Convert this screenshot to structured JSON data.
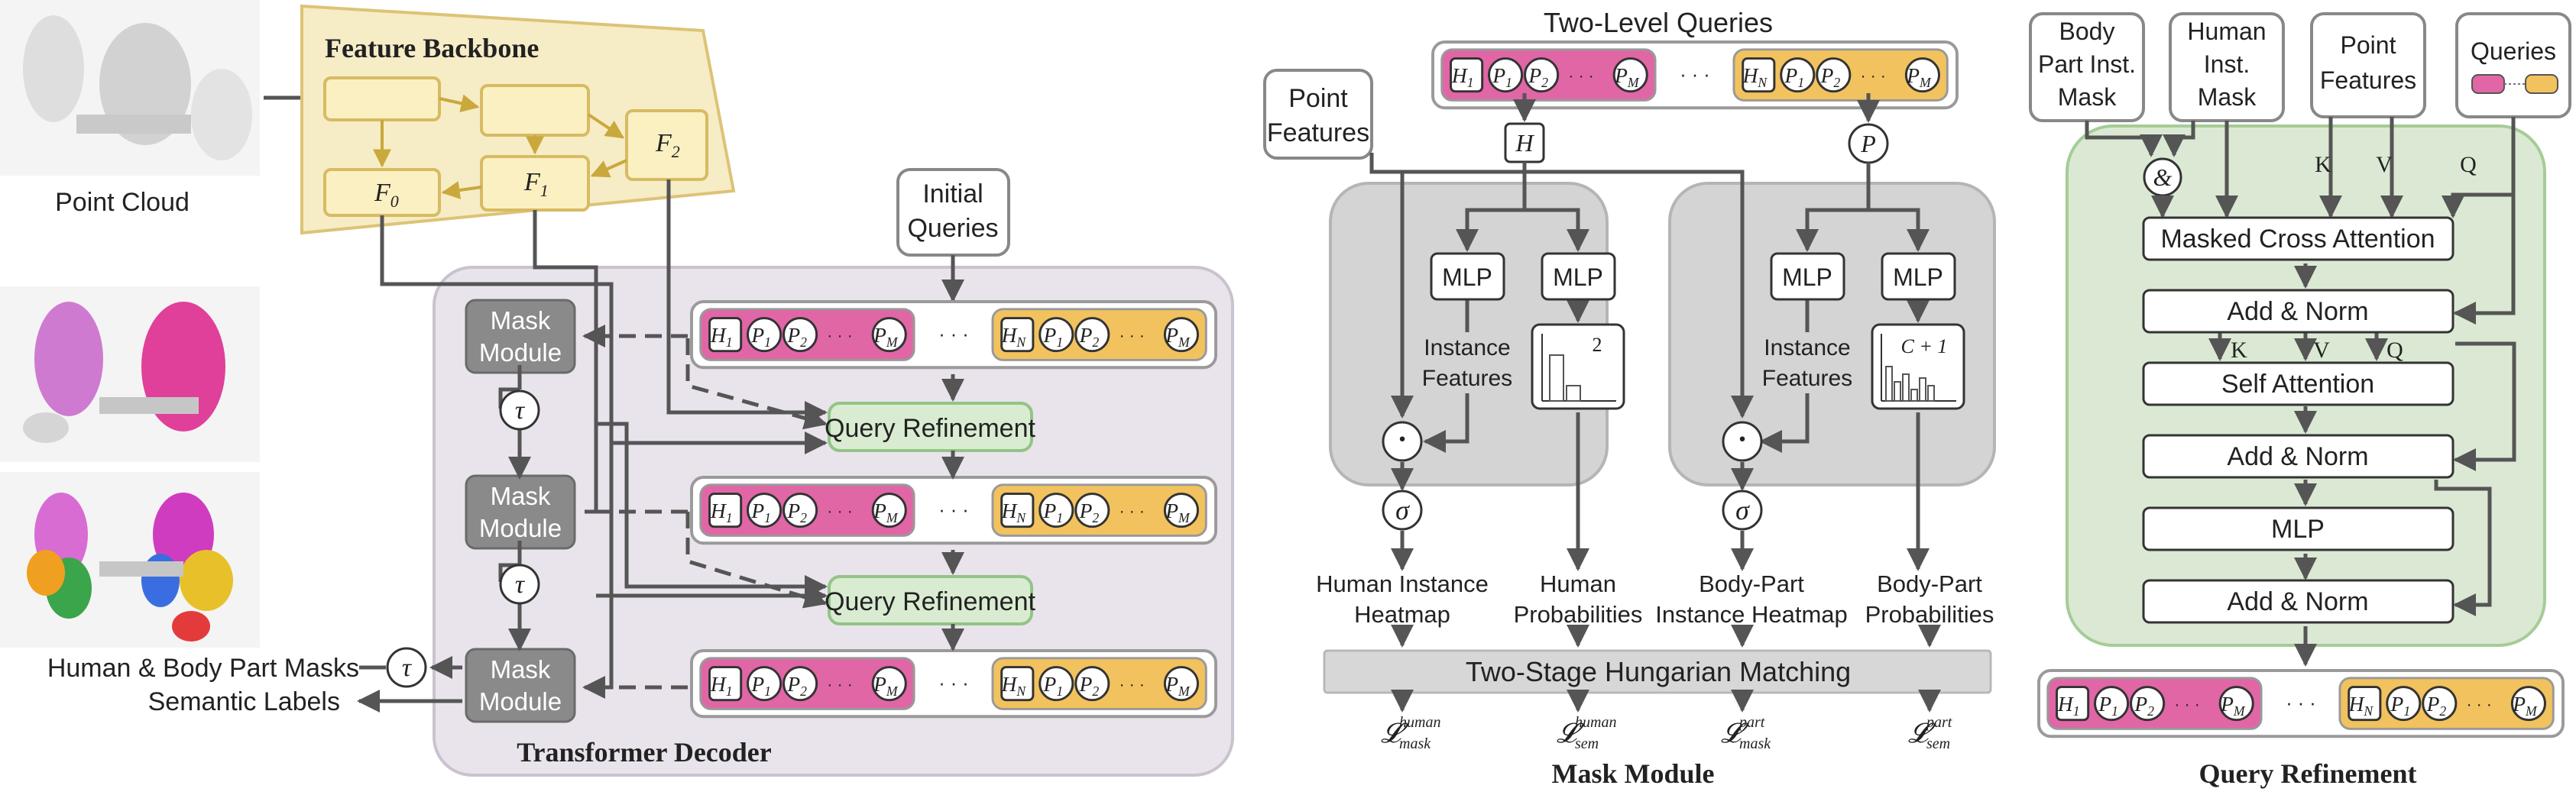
{
  "pipeline": {
    "point_cloud": "Point Cloud",
    "feature_backbone": "Feature Backbone",
    "f0": "F",
    "f0_sub": "0",
    "f1": "F",
    "f1_sub": "1",
    "f2": "F",
    "f2_sub": "2",
    "initial_queries": [
      "Initial",
      "Queries"
    ],
    "mask_module_box": [
      "Mask",
      "Module"
    ],
    "tau": "τ",
    "query_refinement": "Query Refinement",
    "transformer_decoder": "Transformer Decoder",
    "output_masks": "Human & Body Part Masks",
    "output_labels": "Semantic Labels"
  },
  "queries": {
    "human": "H",
    "first_human_sub": "1",
    "last_human_sub": "N",
    "part": "P",
    "part_subs": [
      "1",
      "2"
    ],
    "last_part_sub": "M",
    "ellipsis": "· · ·"
  },
  "mask_module": {
    "title": "Two-Level Queries",
    "point_features": [
      "Point",
      "Features"
    ],
    "h_node": "H",
    "p_node": "P",
    "mlp": "MLP",
    "instance_features": [
      "Instance",
      "Features"
    ],
    "dot": "·",
    "sigma": "σ",
    "hist_label_left": "2",
    "hist_label_right": "C + 1",
    "outputs": [
      [
        "Human Instance",
        "Heatmap"
      ],
      [
        "Human",
        "Probabilities"
      ],
      [
        "Body-Part",
        "Instance Heatmap"
      ],
      [
        "Body-Part",
        "Probabilities"
      ]
    ],
    "matching": "Two-Stage Hungarian Matching",
    "losses": [
      {
        "base": "𝓛",
        "sup": "human",
        "sub": "mask"
      },
      {
        "base": "𝓛",
        "sup": "human",
        "sub": "sem"
      },
      {
        "base": "𝓛",
        "sup": "part",
        "sub": "mask"
      },
      {
        "base": "𝓛",
        "sup": "part",
        "sub": "sem"
      }
    ],
    "caption": "Mask Module"
  },
  "query_refinement": {
    "inputs": [
      [
        "Body",
        "Part Inst.",
        "Mask"
      ],
      [
        "Human",
        "Inst.",
        "Mask"
      ],
      [
        "Point",
        "Features"
      ],
      [
        "Queries"
      ]
    ],
    "and_op": "&",
    "k": "K",
    "v": "V",
    "q": "Q",
    "blocks": [
      "Masked Cross Attention",
      "Add & Norm",
      "Self Attention",
      "Add & Norm",
      "MLP",
      "Add & Norm"
    ],
    "caption": "Query Refinement"
  },
  "colors": {
    "backbone_fill": "#f6ecc6",
    "backbone_stroke": "#dcc376",
    "block_fill": "#fbf0c2",
    "decoder_fill": "#e9e4ec",
    "gray_panel": "#d4d4d4",
    "mask_box": "#8a8a8a",
    "refine_fill": "#d9ecd2",
    "refine_panel": "#dbe9d4",
    "human_pink": "#e166a6",
    "part_orange": "#f2c25e",
    "matching": "#d7d7d7"
  }
}
